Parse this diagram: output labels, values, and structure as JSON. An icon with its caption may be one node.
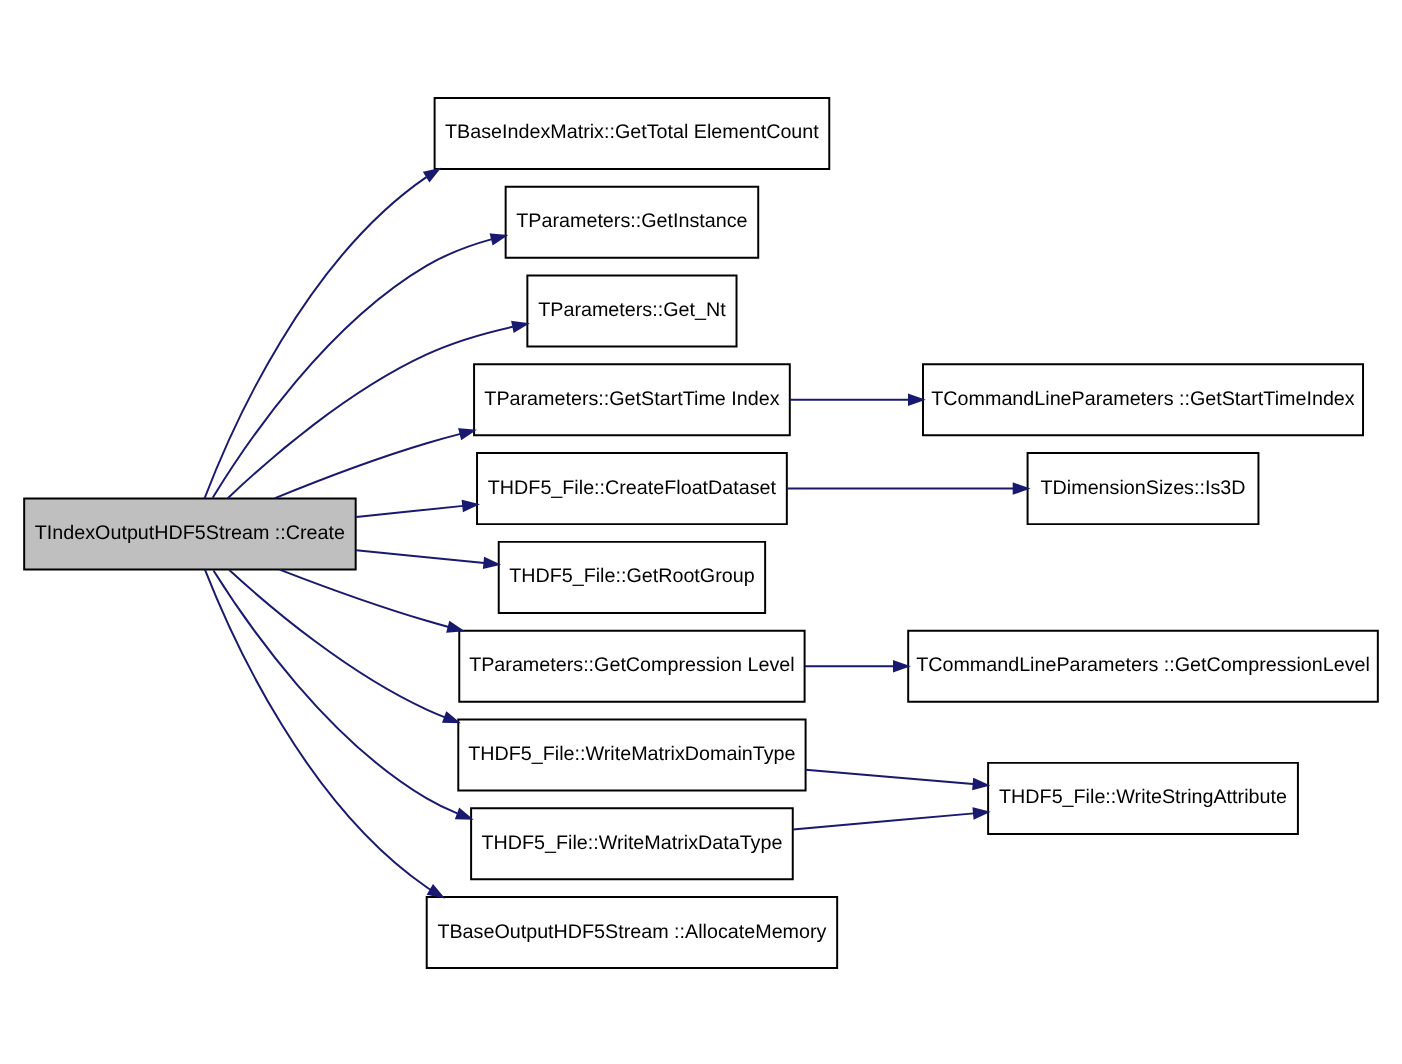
{
  "diagram": {
    "nodes": [
      {
        "text": [
          "TIndexOutputHDF5Stream ::Create"
        ]
      },
      {
        "text": [
          "TBaseIndexMatrix::GetTotal ElementCount"
        ]
      },
      {
        "text": [
          "TParameters::GetInstance"
        ]
      },
      {
        "text": [
          "TParameters::Get_Nt"
        ]
      },
      {
        "text": [
          "TParameters::GetStartTime Index"
        ]
      },
      {
        "text": [
          "TCommandLineParameters ::GetStartTimeIndex"
        ]
      },
      {
        "text": [
          "THDF5_File::CreateFloatDataset"
        ]
      },
      {
        "text": [
          "TDimensionSizes::Is3D"
        ]
      },
      {
        "text": [
          "THDF5_File::GetRootGroup"
        ]
      },
      {
        "text": [
          "TParameters::GetCompression Level"
        ]
      },
      {
        "text": [
          "TCommandLineParameters ::GetCompressionLevel"
        ]
      },
      {
        "text": [
          "THDF5_File::WriteMatrixDomainType"
        ]
      },
      {
        "text": [
          "THDF5_File::WriteStringAttribute"
        ]
      },
      {
        "text": [
          "THDF5_File::WriteMatrixDataType"
        ]
      },
      {
        "text": [
          "TBaseOutputHDF5Stream ::AllocateMemory"
        ]
      }
    ],
    "edges": [
      {
        "from": 0,
        "to": 1,
        "arrow": "to"
      },
      {
        "from": 0,
        "to": 2,
        "arrow": "to"
      },
      {
        "from": 0,
        "to": 3,
        "arrow": "to"
      },
      {
        "from": 0,
        "to": 4,
        "arrow": "to"
      },
      {
        "from": 4,
        "to": 5,
        "arrow": "to"
      },
      {
        "from": 0,
        "to": 6,
        "arrow": "to"
      },
      {
        "from": 6,
        "to": 7,
        "arrow": "to"
      },
      {
        "from": 0,
        "to": 8,
        "arrow": "to"
      },
      {
        "from": 0,
        "to": 9,
        "arrow": "to"
      },
      {
        "from": 9,
        "to": 10,
        "arrow": "to"
      },
      {
        "from": 0,
        "to": 11,
        "arrow": "to"
      },
      {
        "from": 11,
        "to": 12,
        "arrow": "to"
      },
      {
        "from": 0,
        "to": 13,
        "arrow": "to"
      },
      {
        "from": 13,
        "to": 12,
        "arrow": "to"
      },
      {
        "from": 0,
        "to": 14,
        "arrow": "to"
      }
    ]
  }
}
